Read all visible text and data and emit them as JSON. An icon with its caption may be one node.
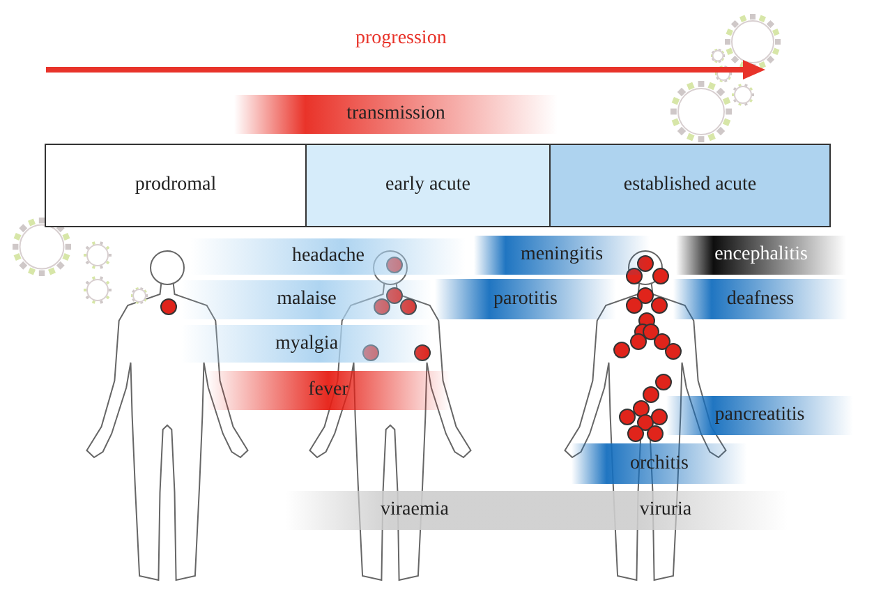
{
  "diagram": {
    "nodes": [
      {
        "text": [
          "transmission"
        ]
      },
      {
        "text": [
          "prodromal"
        ]
      },
      {
        "text": [
          "early acute"
        ]
      },
      {
        "text": [
          "established acute"
        ]
      },
      {
        "text": [
          "headache"
        ]
      },
      {
        "text": [
          "malaise"
        ]
      },
      {
        "text": [
          "myalgia"
        ]
      },
      {
        "text": [
          "fever"
        ]
      },
      {
        "text": [
          "meningitis"
        ]
      },
      {
        "text": [
          "encephalitis"
        ]
      },
      {
        "text": [
          "parotitis"
        ]
      },
      {
        "text": [
          "deafness"
        ]
      },
      {
        "text": [
          "pancreatitis"
        ]
      },
      {
        "text": [
          "orchitis"
        ]
      },
      {
        "text": [
          "viraemia"
        ]
      },
      {
        "text": [
          "viruria"
        ]
      }
    ],
    "labels": [
      "progression"
    ]
  }
}
